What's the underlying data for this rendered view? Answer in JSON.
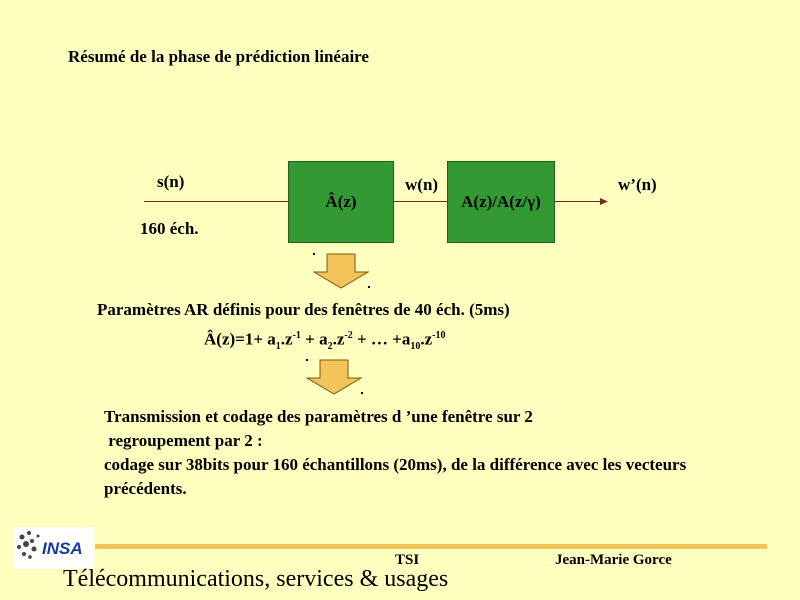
{
  "title": "Résumé de la phase de prédiction linéaire",
  "diagram": {
    "input_label": "s(n)",
    "input_samples": "160 éch.",
    "block1_label": "Â(z)",
    "middle_label": "w(n)",
    "block2_label": "A(z)/A(z/γ)",
    "output_label": "w’(n)"
  },
  "ar_params": {
    "description": "Paramètres AR définis pour des fenêtres de 40 éch. (5ms)",
    "formula_prefix": "Â(z)=1+ a",
    "formula_terms": [
      "1",
      ".z",
      "-1",
      " + a",
      "2",
      ".z",
      "-2",
      " + … +a",
      "10",
      ".z",
      "-10"
    ]
  },
  "transmission": {
    "line1": "Transmission et codage des paramètres d ’une fenêtre sur 2",
    "line2": " regroupement par 2 :",
    "line3": "codage sur 38bits pour 160 échantillons (20ms), de la différence avec les vecteurs",
    "line4": "précédents."
  },
  "footer": {
    "logo_text": "INSA",
    "course_code": "TSI",
    "author": "Jean-Marie Gorce",
    "course_title": "Télécommunications, services & usages"
  },
  "colors": {
    "background": "#ffffc0",
    "block_fill": "#339933",
    "arrow_fill": "#f2c45a",
    "footer_bar": "#f2c45a"
  }
}
